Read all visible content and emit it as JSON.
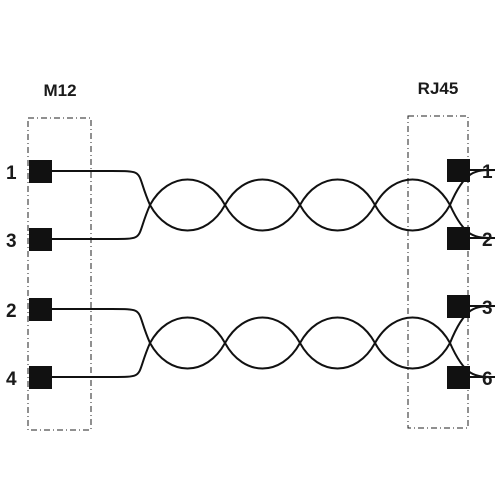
{
  "connectors": {
    "left": {
      "title": "M12",
      "pins": [
        "1",
        "3",
        "2",
        "4"
      ]
    },
    "right": {
      "title": "RJ45",
      "pins": [
        "1",
        "2",
        "3",
        "6"
      ]
    }
  },
  "twisted_pairs": [
    {
      "left_pins": [
        "1",
        "3"
      ],
      "right_pins": [
        "1",
        "2"
      ]
    },
    {
      "left_pins": [
        "2",
        "4"
      ],
      "right_pins": [
        "3",
        "6"
      ]
    }
  ],
  "colors": {
    "line": "#111111",
    "frame": "#222222"
  }
}
